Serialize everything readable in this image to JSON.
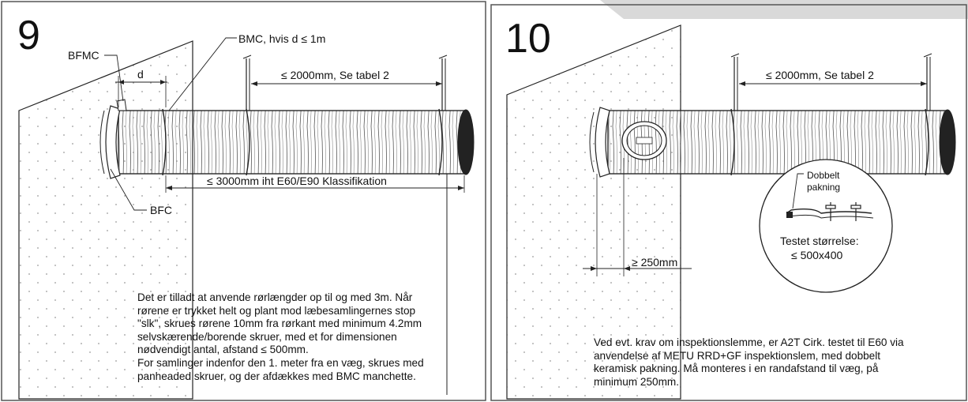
{
  "panel_left": {
    "number": "9",
    "label_bfmc": "BFMC",
    "label_bmc": "BMC, hvis d ≤ 1m",
    "label_d": "d",
    "label_span": "≤ 2000mm, Se tabel 2",
    "label_length": "≤ 3000mm iht E60/E90 Klassifikation",
    "label_bfc": "BFC",
    "note_lines": [
      "Det er tilladt at anvende rørlængder op til og med 3m. Når",
      "rørene er trykket helt og plant mod læbesamlingernes stop",
      "\"slk\", skrues rørene 10mm fra rørkant med minimum 4.2mm",
      "selvskærende/borende skruer, med et for dimensionen",
      "nødvendigt antal, afstand ≤ 500mm.",
      "For samlinger indenfor den 1. meter fra en væg, skrues med",
      "panheaded skruer, og der afdækkes med BMC manchette."
    ]
  },
  "panel_right": {
    "number": "10",
    "label_span": "≤ 2000mm, Se tabel 2",
    "label_distance": "≥ 250mm",
    "detail_label_1": "Dobbelt",
    "detail_label_2": "pakning",
    "detail_size_1": "Testet størrelse:",
    "detail_size_2": "≤ 500x400",
    "note_lines": [
      "Ved evt. krav om inspektionslemme, er A2T Cirk. testet til E60 via",
      "anvendelse af METU RRD+GF inspektionslem, med dobbelt",
      "keramisk pakning. Må monteres i en randafstand til væg, på",
      "minimum 250mm."
    ]
  }
}
